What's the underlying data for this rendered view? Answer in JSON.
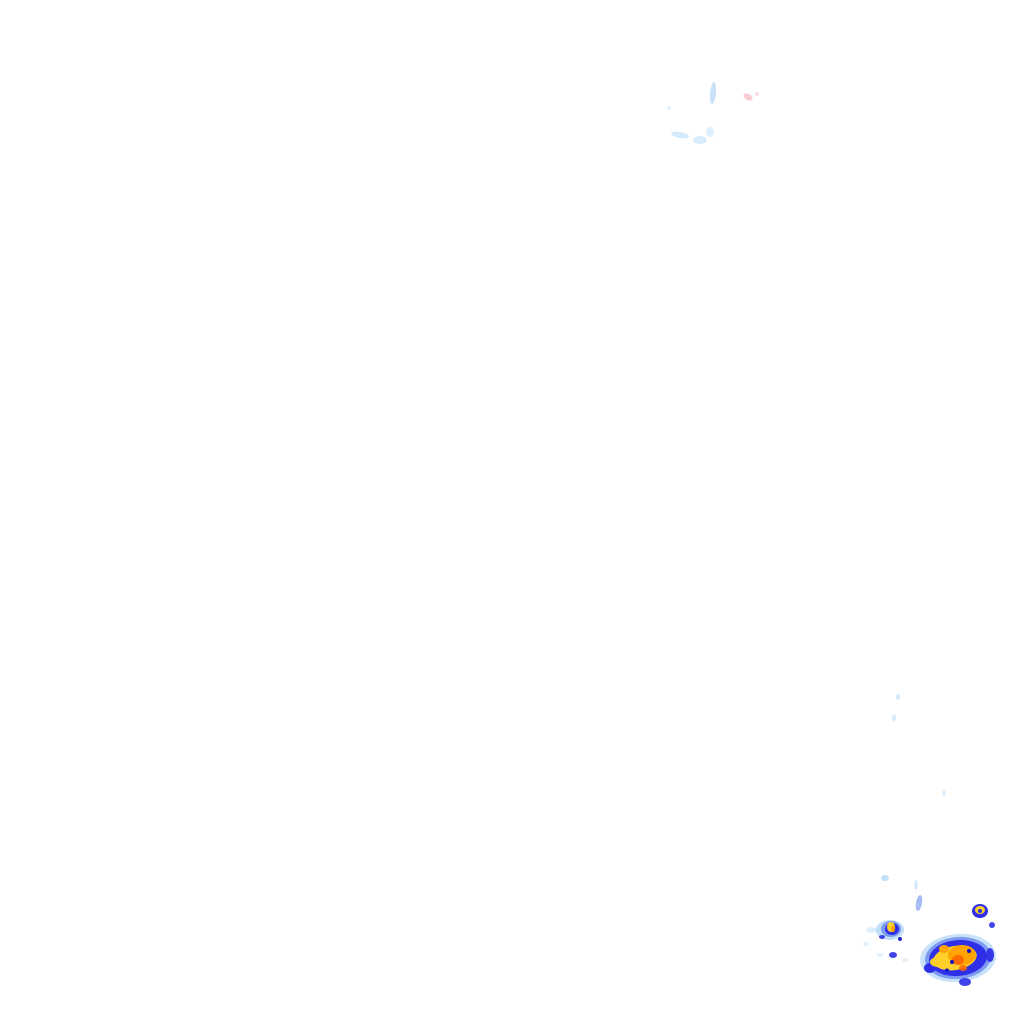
{
  "map": {
    "kind": "weather-radar-overlay",
    "background_color": "#ffffff",
    "intensity_palette": {
      "very_light": "#c8e4fb",
      "light": "#9ccaf4",
      "light_moderate": "#6e8ef0",
      "moderate": "#2f2fe8",
      "heavy": "#1010c0",
      "very_heavy": "#ffd02a",
      "intense": "#ffa400",
      "extreme": "#ff6a00",
      "trace_red": "#f6b8c4"
    },
    "echo_regions": [
      {
        "name": "northern-faint-echoes",
        "max_intensity": "light"
      },
      {
        "name": "eastern-scattered-drizzle",
        "max_intensity": "very_light"
      },
      {
        "name": "southeast-storm-cell-small",
        "max_intensity": "intense"
      },
      {
        "name": "southeast-storm-cell-large",
        "max_intensity": "extreme"
      },
      {
        "name": "southeast-storm-cell-isolated",
        "max_intensity": "very_heavy"
      }
    ]
  }
}
